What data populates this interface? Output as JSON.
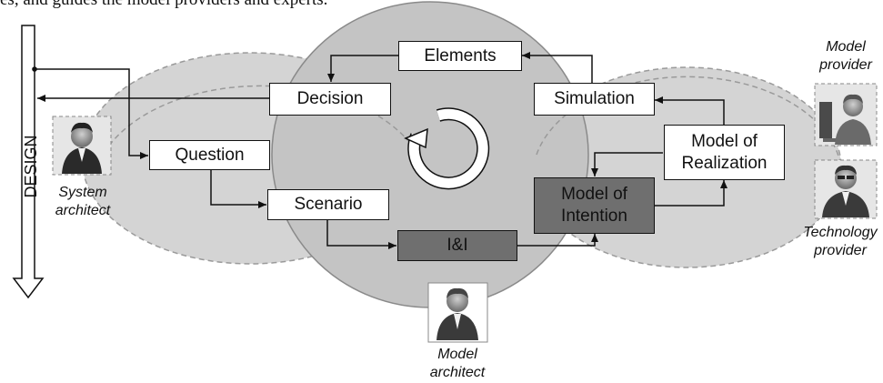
{
  "caption": "es, and guides the model providers and experts.",
  "design_label": "DESIGN",
  "boxes": {
    "elements": "Elements",
    "decision": "Decision",
    "simulation": "Simulation",
    "question": "Question",
    "scenario": "Scenario",
    "model_of_realization": "Model of Realization",
    "model_of_intention": "Model of Intention",
    "i_and_i": "I&I"
  },
  "roles": {
    "system_architect": "System architect",
    "model_architect": "Model architect",
    "model_provider": "Model provider",
    "technology_provider": "Technology provider"
  },
  "colors": {
    "ellipse_fill": "#d4d4d4",
    "ellipse_stroke": "#9a9a9a",
    "center_fill": "#c4c4c4",
    "dark_box": "#6f6f6f",
    "line": "#111111"
  }
}
